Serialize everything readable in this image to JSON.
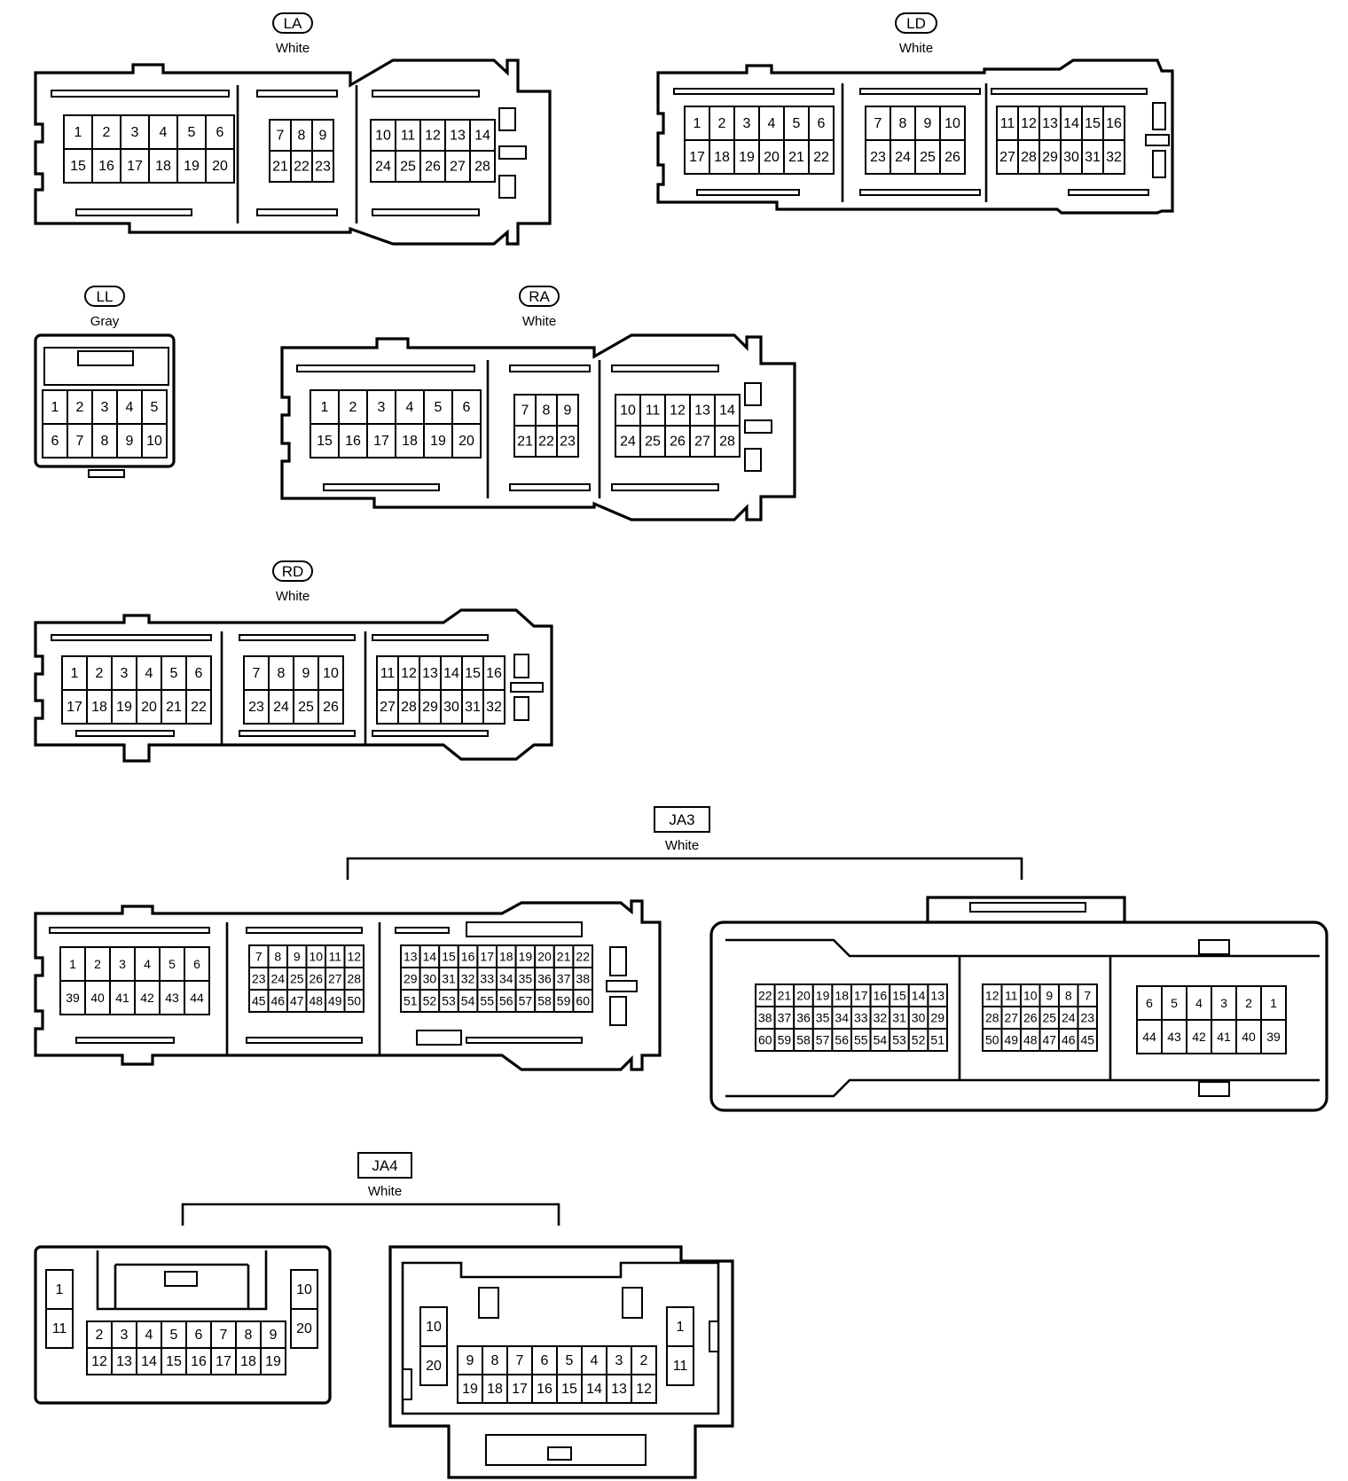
{
  "connectors": {
    "LA": {
      "tag": "LA",
      "color": "White",
      "rows": [
        [
          "1",
          "2",
          "3",
          "4",
          "5",
          "6"
        ],
        [
          "15",
          "16",
          "17",
          "18",
          "19",
          "20"
        ],
        [
          "7",
          "8",
          "9"
        ],
        [
          "21",
          "22",
          "23"
        ],
        [
          "10",
          "11",
          "12",
          "13",
          "14"
        ],
        [
          "24",
          "25",
          "26",
          "27",
          "28"
        ]
      ]
    },
    "LD": {
      "tag": "LD",
      "color": "White",
      "rows": [
        [
          "1",
          "2",
          "3",
          "4",
          "5",
          "6"
        ],
        [
          "17",
          "18",
          "19",
          "20",
          "21",
          "22"
        ],
        [
          "7",
          "8",
          "9",
          "10"
        ],
        [
          "23",
          "24",
          "25",
          "26"
        ],
        [
          "11",
          "12",
          "13",
          "14",
          "15",
          "16"
        ],
        [
          "27",
          "28",
          "29",
          "30",
          "31",
          "32"
        ]
      ]
    },
    "LL": {
      "tag": "LL",
      "color": "Gray",
      "rows": [
        [
          "1",
          "2",
          "3",
          "4",
          "5"
        ],
        [
          "6",
          "7",
          "8",
          "9",
          "10"
        ]
      ]
    },
    "RA": {
      "tag": "RA",
      "color": "White",
      "rows": [
        [
          "1",
          "2",
          "3",
          "4",
          "5",
          "6"
        ],
        [
          "15",
          "16",
          "17",
          "18",
          "19",
          "20"
        ],
        [
          "7",
          "8",
          "9"
        ],
        [
          "21",
          "22",
          "23"
        ],
        [
          "10",
          "11",
          "12",
          "13",
          "14"
        ],
        [
          "24",
          "25",
          "26",
          "27",
          "28"
        ]
      ]
    },
    "RD": {
      "tag": "RD",
      "color": "White",
      "rows": [
        [
          "1",
          "2",
          "3",
          "4",
          "5",
          "6"
        ],
        [
          "17",
          "18",
          "19",
          "20",
          "21",
          "22"
        ],
        [
          "7",
          "8",
          "9",
          "10"
        ],
        [
          "23",
          "24",
          "25",
          "26"
        ],
        [
          "11",
          "12",
          "13",
          "14",
          "15",
          "16"
        ],
        [
          "27",
          "28",
          "29",
          "30",
          "31",
          "32"
        ]
      ]
    },
    "JA3": {
      "tag": "JA3",
      "color": "White",
      "left_rows": [
        [
          "1",
          "2",
          "3",
          "4",
          "5",
          "6"
        ],
        [
          "39",
          "40",
          "41",
          "42",
          "43",
          "44"
        ],
        [
          "7",
          "8",
          "9",
          "10",
          "11",
          "12"
        ],
        [
          "23",
          "24",
          "25",
          "26",
          "27",
          "28"
        ],
        [
          "45",
          "46",
          "47",
          "48",
          "49",
          "50"
        ],
        [
          "13",
          "14",
          "15",
          "16",
          "17",
          "18",
          "19",
          "20",
          "21",
          "22"
        ],
        [
          "29",
          "30",
          "31",
          "32",
          "33",
          "34",
          "35",
          "36",
          "37",
          "38"
        ],
        [
          "51",
          "52",
          "53",
          "54",
          "55",
          "56",
          "57",
          "58",
          "59",
          "60"
        ]
      ],
      "right_rows": [
        [
          "22",
          "21",
          "20",
          "19",
          "18",
          "17",
          "16",
          "15",
          "14",
          "13"
        ],
        [
          "38",
          "37",
          "36",
          "35",
          "34",
          "33",
          "32",
          "31",
          "30",
          "29"
        ],
        [
          "60",
          "59",
          "58",
          "57",
          "56",
          "55",
          "54",
          "53",
          "52",
          "51"
        ],
        [
          "12",
          "11",
          "10",
          "9",
          "8",
          "7"
        ],
        [
          "28",
          "27",
          "26",
          "25",
          "24",
          "23"
        ],
        [
          "50",
          "49",
          "48",
          "47",
          "46",
          "45"
        ],
        [
          "6",
          "5",
          "4",
          "3",
          "2",
          "1"
        ],
        [
          "44",
          "43",
          "42",
          "41",
          "40",
          "39"
        ]
      ]
    },
    "JA4": {
      "tag": "JA4",
      "color": "White",
      "left_rows": [
        [
          "1",
          "11"
        ],
        [
          "2",
          "3",
          "4",
          "5",
          "6",
          "7",
          "8",
          "9"
        ],
        [
          "12",
          "13",
          "14",
          "15",
          "16",
          "17",
          "18",
          "19"
        ],
        [
          "10",
          "20"
        ]
      ],
      "right_rows": [
        [
          "10",
          "20"
        ],
        [
          "9",
          "8",
          "7",
          "6",
          "5",
          "4",
          "3",
          "2"
        ],
        [
          "19",
          "18",
          "17",
          "16",
          "15",
          "14",
          "13",
          "12"
        ],
        [
          "1",
          "11"
        ]
      ]
    }
  }
}
